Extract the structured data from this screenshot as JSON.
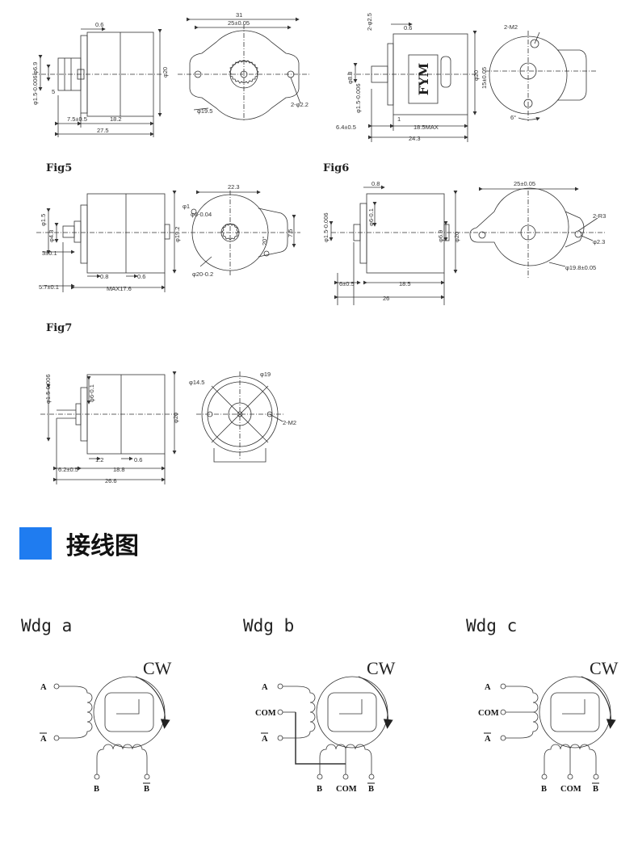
{
  "colors": {
    "accent": "#1f7cf0",
    "line": "#333333"
  },
  "figures": {
    "fig5": {
      "label": "Fig5"
    },
    "fig6": {
      "label": "Fig6"
    },
    "fig7": {
      "label": "Fig7"
    }
  },
  "dims": {
    "top_left": {
      "d06": "0.6",
      "d31": "31",
      "d25": "25±0.05",
      "phi20": "φ20",
      "phi195": "φ19.5",
      "hole": "2-φ2.2",
      "d75": "7.5±0.5",
      "d182": "18.2",
      "d275": "27.5",
      "shaft": "φ1.5-0.006",
      "gear": "φ6.9",
      "d5": "5"
    },
    "top_right": {
      "d25m": "2-φ2.5",
      "d06": "0.6",
      "m2": "2-M2",
      "brand": "FYM",
      "phi20": "φ20",
      "d15": "15±0.05",
      "phi88": "φ8.8",
      "shaft": "φ1.5-0.006",
      "d1": "1",
      "d64": "6.4±0.5",
      "d185": "18.5MAX",
      "d243": "24.3",
      "ang6": "6°"
    },
    "fig5": {
      "d223": "22.3",
      "phi1": "φ1",
      "phi6": "φ6-0.04",
      "phi192": "φ19.2",
      "d75": "7.5",
      "ang20": "20°",
      "phi20": "φ20-0.2",
      "d08": "0.8",
      "d06": "0.6",
      "max176": "MAX17.6",
      "d3": "3±0.1",
      "d57": "5.7±0.1",
      "shaft": "φ1.5",
      "gear": "φ4.8"
    },
    "fig6": {
      "d08": "0.8",
      "phi6": "φ6-0.1",
      "d25": "25±0.05",
      "r3": "2-R3",
      "phi23": "φ2.3",
      "phi198": "φ19.8±0.05",
      "phi20": "φ20",
      "phi69": "φ6.9",
      "d6": "6±0.5",
      "d185": "18.5",
      "d26": "26",
      "shaft": "φ1.5-0.006"
    },
    "fig7": {
      "phi6": "φ6-0.1",
      "phi145": "φ14.5",
      "phi19": "φ19",
      "m2": "2-M2",
      "phi20": "φ20",
      "d12": "1.2",
      "d06": "0.6",
      "d62": "6.2±0.5",
      "d188": "18.8",
      "d266": "26.6",
      "shaft": "φ1.5-0.006"
    }
  },
  "section": {
    "title": "接线图"
  },
  "wiring": {
    "a": {
      "label": "Wdg  a",
      "cw": "CW",
      "t_a": "A",
      "t_abar": "A",
      "t_b": "B",
      "t_bbar": "B"
    },
    "b": {
      "label": "Wdg  b",
      "cw": "CW",
      "t_a": "A",
      "t_com1": "COM",
      "t_abar": "A",
      "t_b": "B",
      "t_com2": "COM",
      "t_bbar": "B"
    },
    "c": {
      "label": "Wdg  c",
      "cw": "CW",
      "t_a": "A",
      "t_com1": "COM",
      "t_abar": "A",
      "t_b": "B",
      "t_com2": "COM",
      "t_bbar": "B"
    }
  }
}
